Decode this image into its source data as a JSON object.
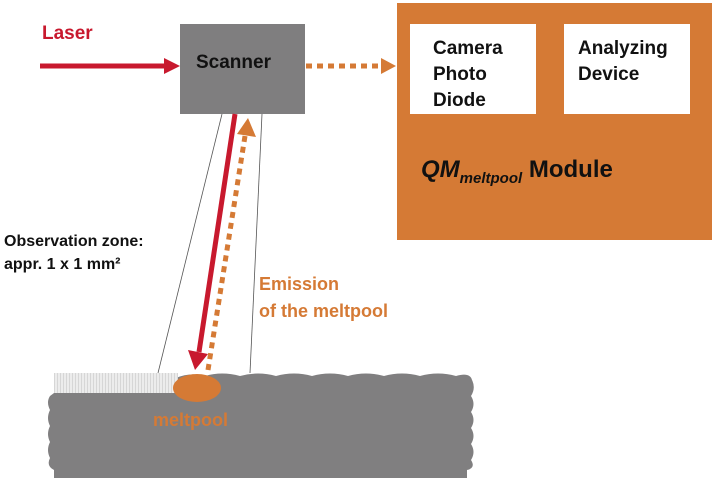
{
  "labels": {
    "laser": "Laser",
    "scanner": "Scanner",
    "camera_line1": "Camera",
    "camera_line2": "Photo",
    "camera_line3": "Diode",
    "analyzing_line1": "Analyzing",
    "analyzing_line2": "Device",
    "module_qm": "QM",
    "module_sub": "meltpool",
    "module_word": "Module",
    "observation_line1": "Observation zone:",
    "observation_line2": "appr. 1 x 1 mm²",
    "emission_line1": "Emission",
    "emission_line2": "of the meltpool",
    "meltpool": "meltpool"
  },
  "colors": {
    "laser_red": "#c8192e",
    "emission_orange": "#d57a35",
    "scanner_gray": "#7f7e7f",
    "substrate_gray": "#807f80",
    "powder_light": "#e4e4e4"
  }
}
